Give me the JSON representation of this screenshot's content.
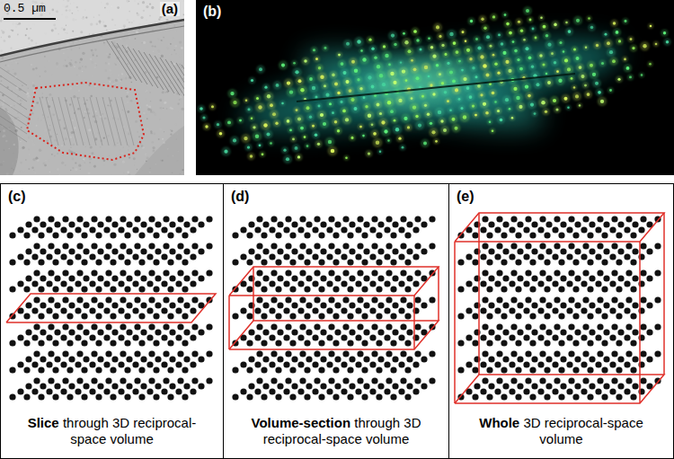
{
  "diagram": {
    "nodes": [
      {
        "text": [
          "0.5 µm",
          "(a)"
        ]
      },
      {
        "text": [
          "(b)"
        ]
      },
      {
        "text": [
          "(c)",
          "Slice through 3D reciprocal-space volume"
        ]
      },
      {
        "text": [
          "(d)",
          "Volume-section through 3D reciprocal-space volume"
        ]
      },
      {
        "text": [
          "(e)",
          "Whole 3D reciprocal-space volume"
        ]
      }
    ]
  }
}
